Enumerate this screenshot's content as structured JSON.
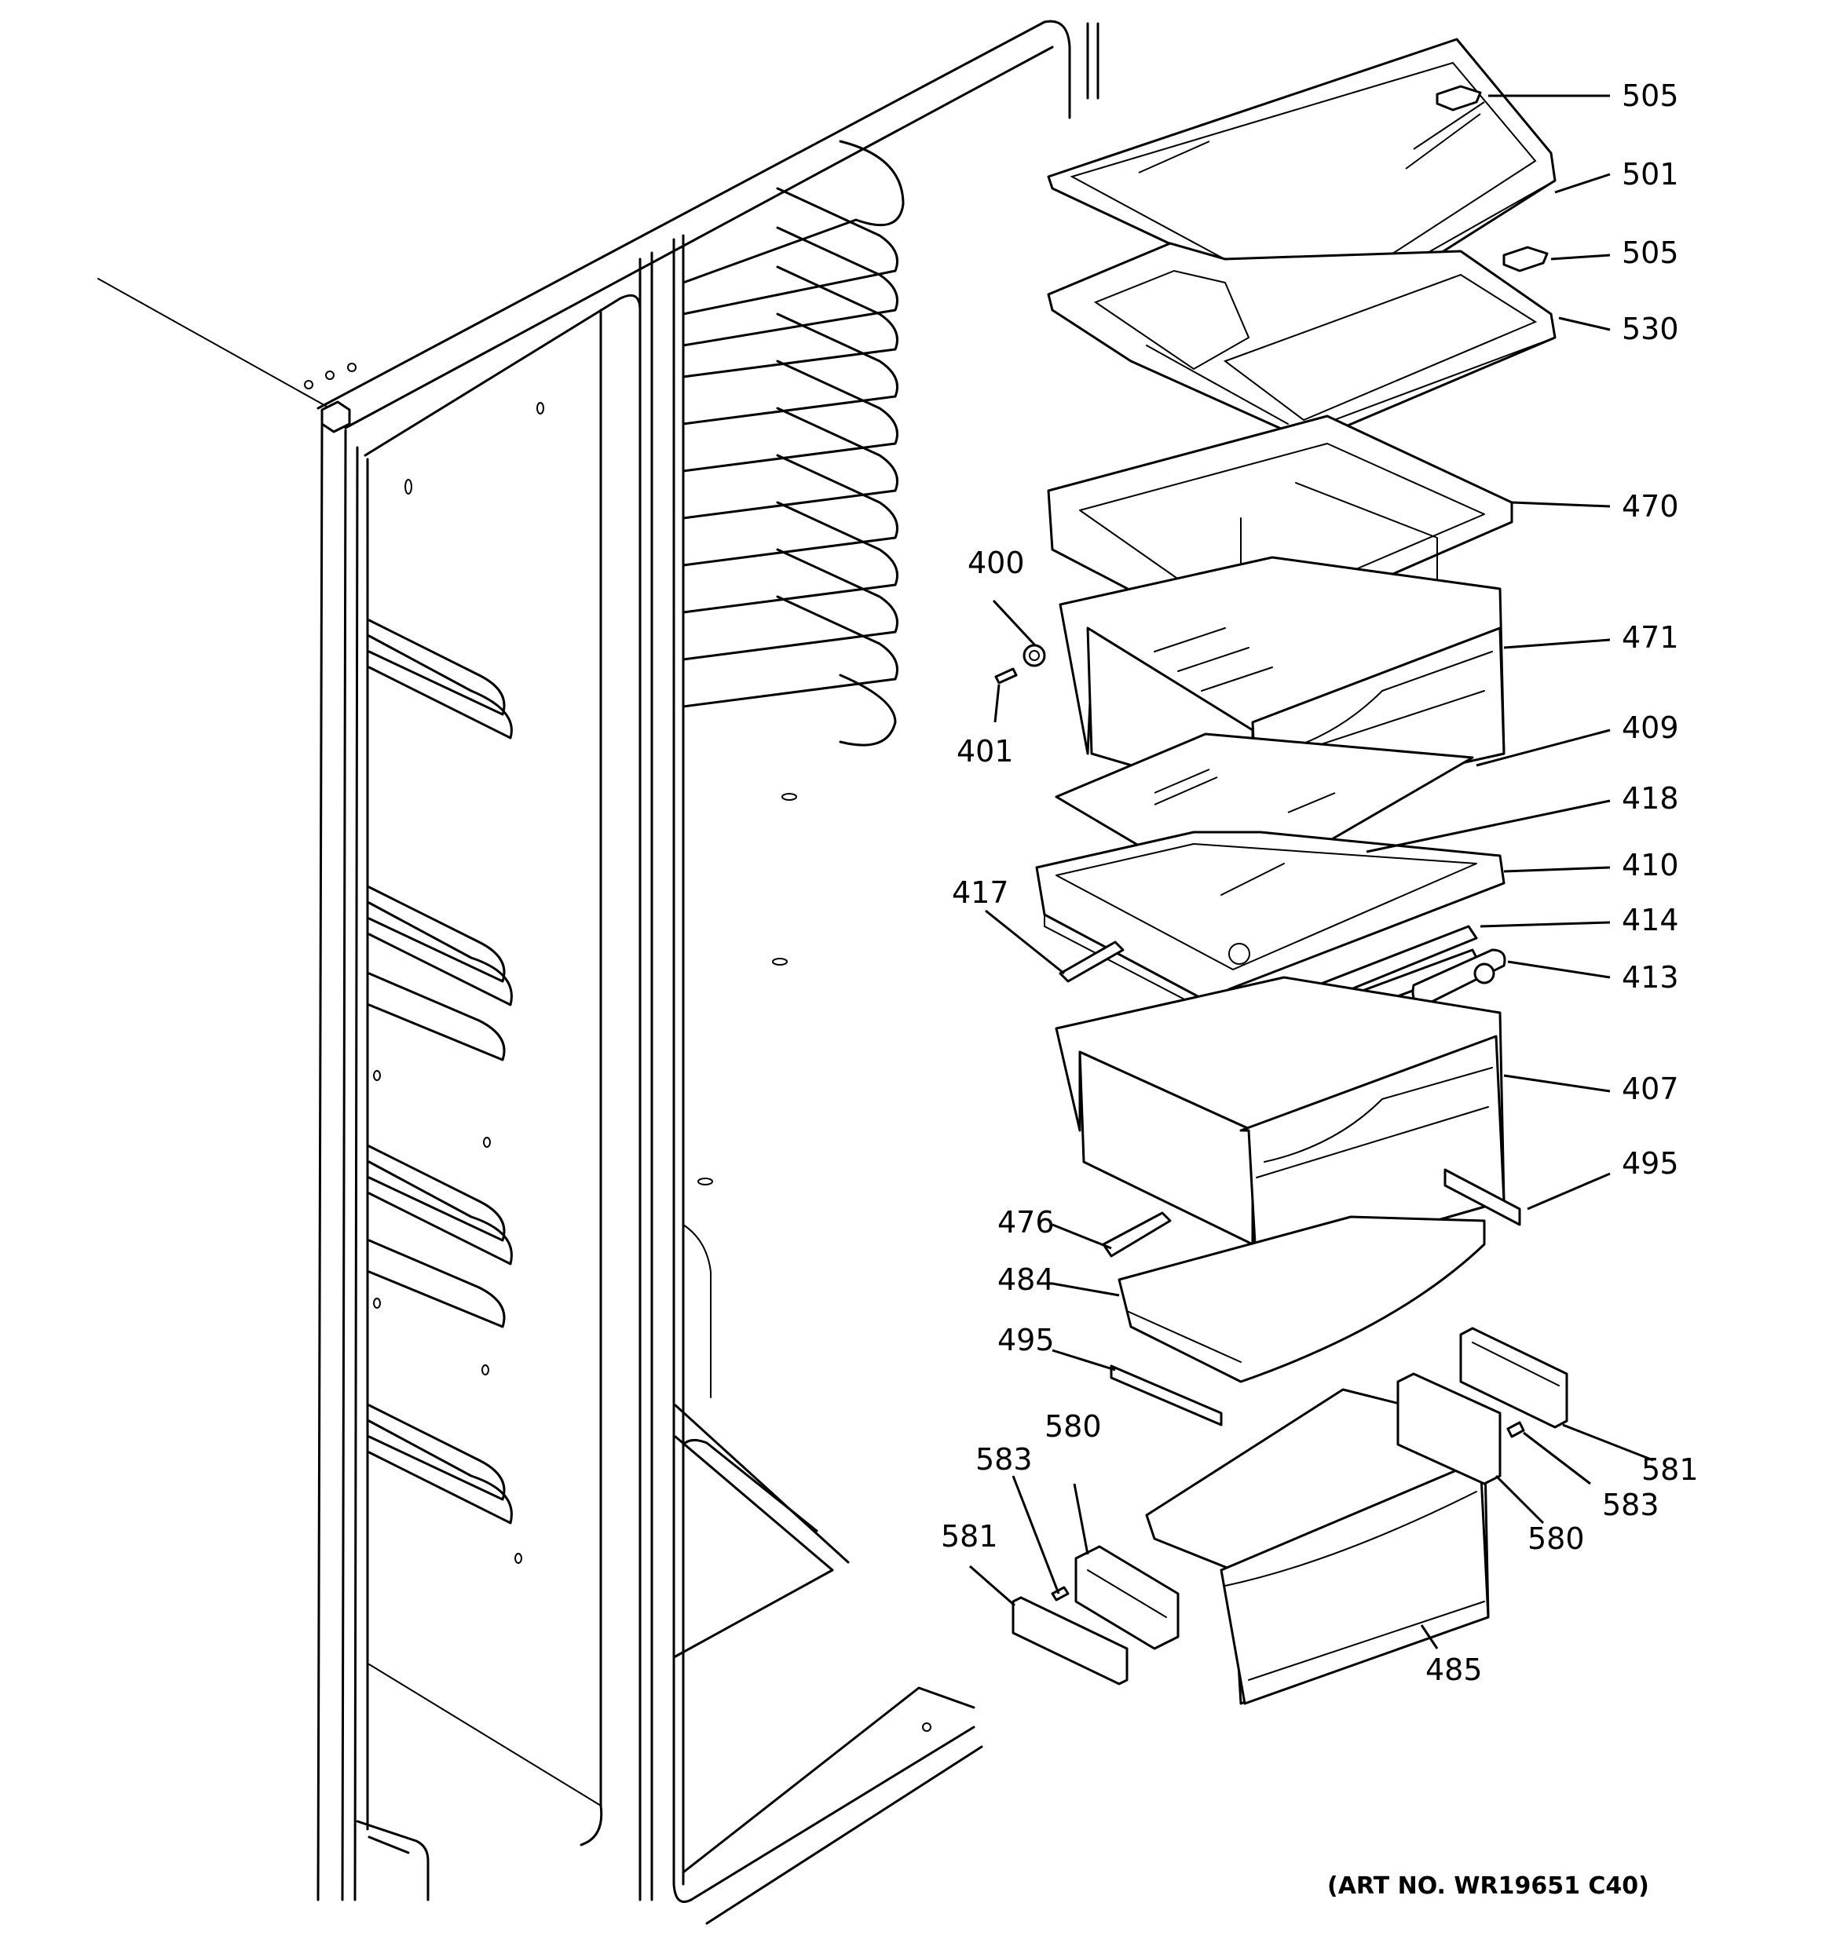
{
  "art_number": "(ART NO. WR19651 C40)",
  "callouts": {
    "c505a": "505",
    "c501": "501",
    "c505b": "505",
    "c530": "530",
    "c470": "470",
    "c400": "400",
    "c401": "401",
    "c471": "471",
    "c409": "409",
    "c418": "418",
    "c410": "410",
    "c417": "417",
    "c414": "414",
    "c413": "413",
    "c407": "407",
    "c495a": "495",
    "c476": "476",
    "c484": "484",
    "c495b": "495",
    "c580a": "580",
    "c583a": "583",
    "c581a": "581",
    "c581b": "581",
    "c583b": "583",
    "c580b": "580",
    "c485": "485"
  }
}
